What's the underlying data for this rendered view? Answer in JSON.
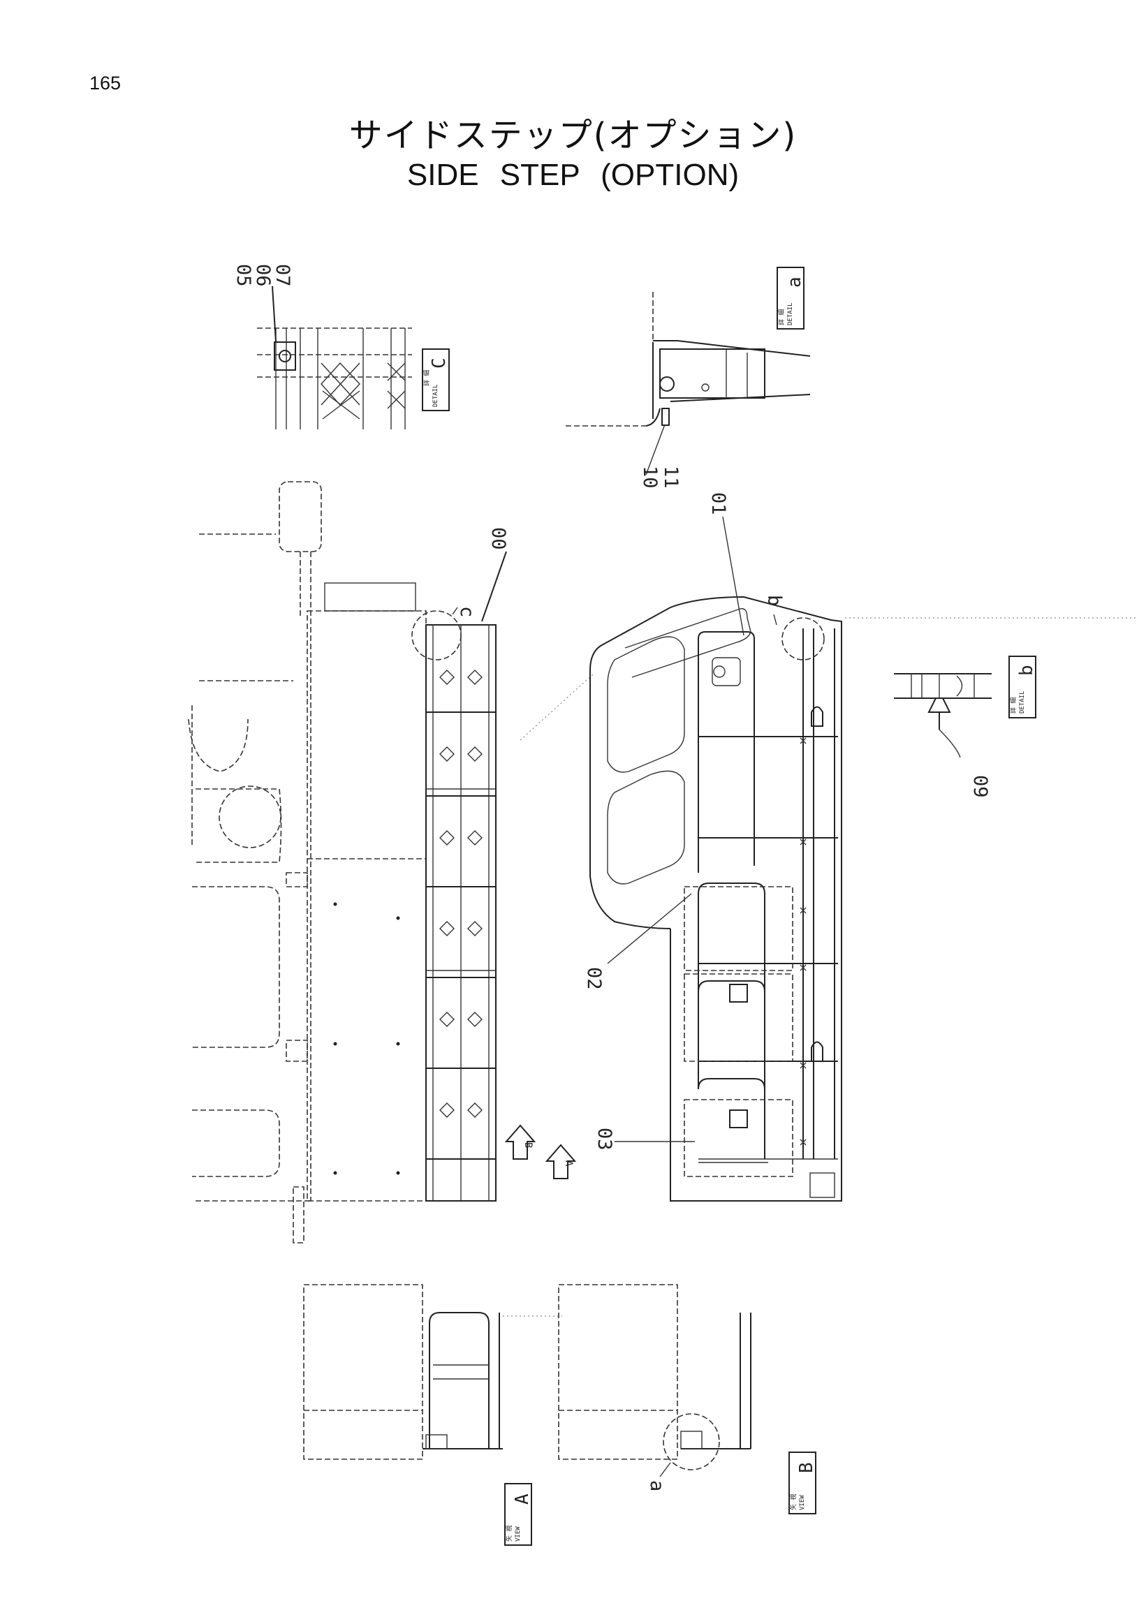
{
  "page_number": "165",
  "title": {
    "japanese": "サイドステップ(オプション)",
    "english": "SIDE    STEP (OPTION)"
  },
  "part_callouts": {
    "p00": "00",
    "p01": "01",
    "p02": "02",
    "p03": "03",
    "p05": "05",
    "p06": "06",
    "p07": "07",
    "p09": "09",
    "p10": "10",
    "p11": "11"
  },
  "detail_markers": {
    "a": "a",
    "b": "b",
    "c": "c"
  },
  "view_arrows": {
    "A": "A",
    "B": "B"
  },
  "boxes": {
    "detail_c": {
      "jp": "詳 細",
      "en": "DETAIL",
      "letter": "C"
    },
    "detail_a": {
      "jp": "詳 細",
      "en": "DETAIL",
      "letter": "a"
    },
    "detail_b": {
      "jp": "詳 細",
      "en": "DETAIL",
      "letter": "b"
    },
    "view_a": {
      "jp": "矢 視",
      "en": "VIEW",
      "letter": "A"
    },
    "view_b": {
      "jp": "矢 視",
      "en": "VIEW",
      "letter": "B"
    }
  }
}
